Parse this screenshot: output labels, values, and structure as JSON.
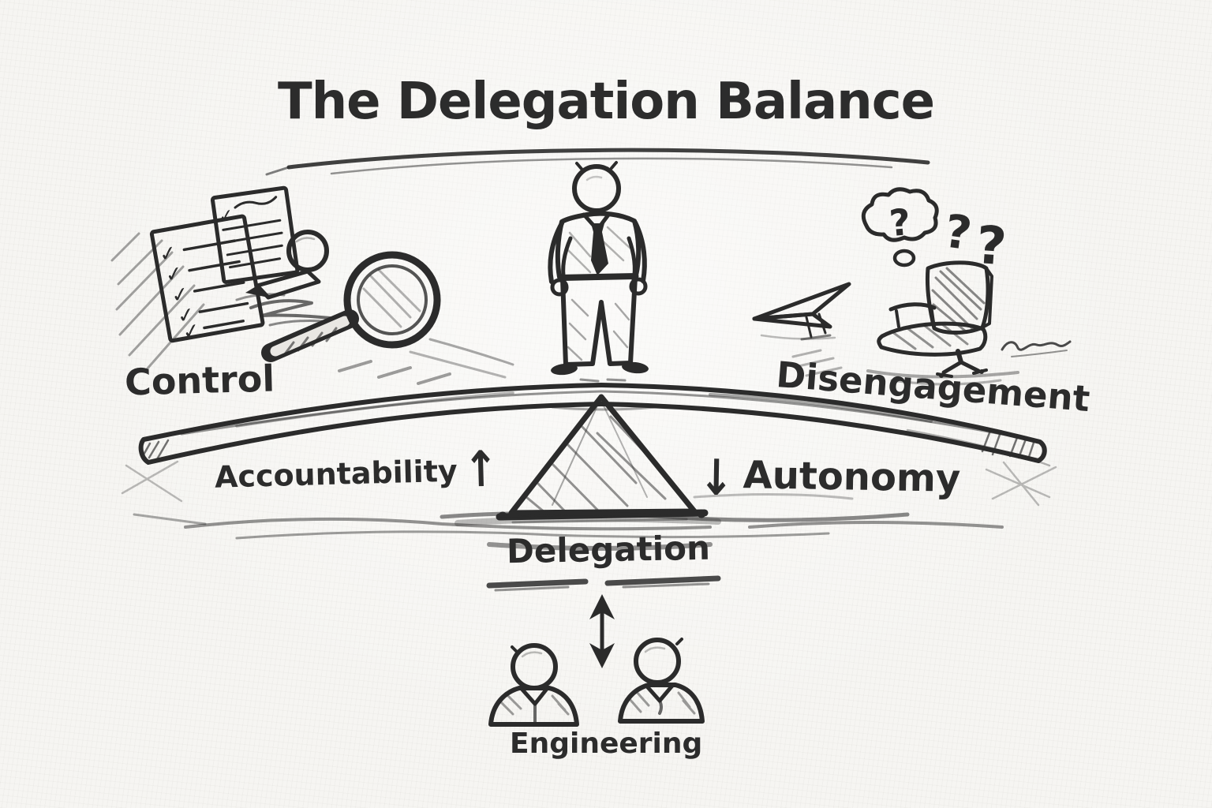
{
  "title": "The Delegation Balance",
  "labels": {
    "control": "Control",
    "disengagement": "Disengagement",
    "accountability": "Accountability",
    "autonomy": "Autonomy",
    "delegation": "Delegation",
    "engineering": "Engineering"
  },
  "symbols": {
    "up_arrow": "↑",
    "down_arrow": "↓",
    "question_mark": "?",
    "checkmark": "✓"
  },
  "colors": {
    "ink": "#2b2b2b",
    "paper": "#f6f5f2"
  },
  "icons": {
    "left": [
      "checklist-icon",
      "checkmark-icon",
      "small-head-icon",
      "pen-icon",
      "magnifying-glass-icon"
    ],
    "center": [
      "manager-figure-icon",
      "balance-beam",
      "fulcrum-triangle-icon",
      "up-arrow-icon",
      "down-arrow-icon",
      "double-arrow-icon"
    ],
    "right": [
      "paper-plane-icon",
      "thought-bubble-icon",
      "question-mark-icon",
      "empty-chair-icon",
      "signature-scribble"
    ],
    "bottom": [
      "engineer-figure-icon",
      "engineer-figure-icon"
    ]
  }
}
